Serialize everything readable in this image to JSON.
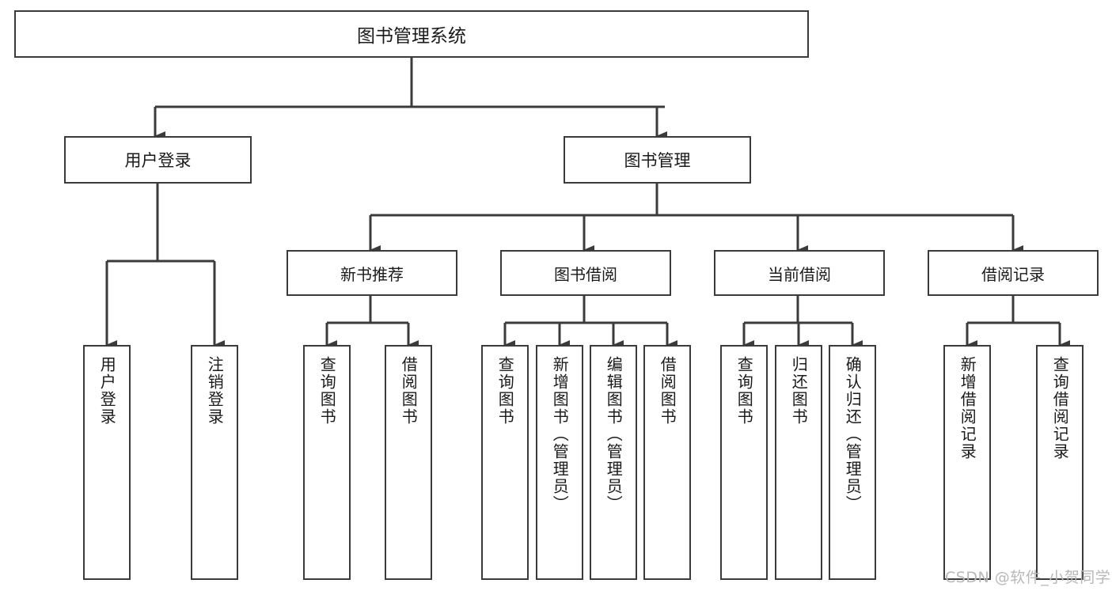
{
  "diagram": {
    "title": "图书管理系统",
    "type": "tree-hierarchy",
    "watermark": "CSDN @软件_小贺同学"
  },
  "root": {
    "label": "图书管理系统"
  },
  "level2": [
    {
      "id": "user-login",
      "label": "用户登录"
    },
    {
      "id": "book-manage",
      "label": "图书管理"
    }
  ],
  "level3": [
    {
      "id": "new-book-recommend",
      "label": "新书推荐"
    },
    {
      "id": "book-borrow",
      "label": "图书借阅"
    },
    {
      "id": "current-borrow",
      "label": "当前借阅"
    },
    {
      "id": "borrow-record",
      "label": "借阅记录"
    }
  ],
  "leaves": {
    "user_login": [
      {
        "id": "leaf-user-login",
        "label": "用户登录"
      },
      {
        "id": "leaf-logout",
        "label": "注销登录"
      }
    ],
    "new_book_recommend": [
      {
        "id": "leaf-query-book-1",
        "label": "查询图书"
      },
      {
        "id": "leaf-borrow-book-1",
        "label": "借阅图书"
      }
    ],
    "book_borrow": [
      {
        "id": "leaf-query-book-2",
        "label": "查询图书"
      },
      {
        "id": "leaf-add-book",
        "label": "新增图书（管理员）"
      },
      {
        "id": "leaf-edit-book",
        "label": "编辑图书（管理员）"
      },
      {
        "id": "leaf-borrow-book-2",
        "label": "借阅图书"
      }
    ],
    "current_borrow": [
      {
        "id": "leaf-query-book-3",
        "label": "查询图书"
      },
      {
        "id": "leaf-return-book",
        "label": "归还图书"
      },
      {
        "id": "leaf-confirm-return",
        "label": "确认归还（管理员）"
      }
    ],
    "borrow_record": [
      {
        "id": "leaf-add-record",
        "label": "新增借阅记录"
      },
      {
        "id": "leaf-query-record",
        "label": "查询借阅记录"
      }
    ]
  },
  "colors": {
    "box_border": "#3b3b3b",
    "box_fill": "#ffffff",
    "line": "#3b3b3b",
    "text": "#1a1a1a",
    "watermark": "#b8b8b8",
    "background": "#ffffff"
  }
}
